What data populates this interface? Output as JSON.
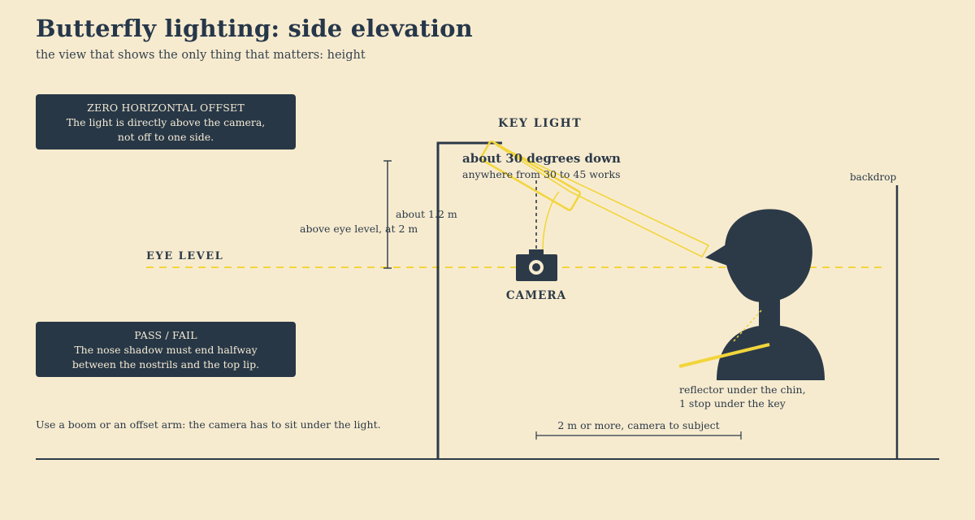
{
  "title": "Butterfly lighting: side elevation",
  "subtitle": "the view that shows the only thing that matters: height",
  "callouts": {
    "offset": {
      "heading": "ZERO HORIZONTAL OFFSET",
      "body": "The light is directly above the camera,\nnot off to one side."
    },
    "pass_fail": {
      "heading": "PASS / FAIL",
      "body": "The nose shadow must end halfway\nbetween the nostrils and the top lip."
    }
  },
  "note": "Use a boom or an offset arm: the camera has to sit under the light.",
  "labels": {
    "eye_level": "EYE LEVEL",
    "key_light": "KEY LIGHT",
    "angle_main": "about 30 degrees down",
    "angle_sub": "anywhere from 30 to 45 works",
    "height_offset": "about 1.2 m",
    "light_height": "above eye level, at 2 m",
    "camera": "CAMERA",
    "backdrop": "backdrop",
    "reflector_line1": "reflector under the chin,",
    "reflector_line2": "1 stop under the key",
    "distance": "2 m or more, camera to subject"
  },
  "colors": {
    "background": "#f7ebcf",
    "ink": "#2c3a48",
    "accent_yellow": "#f2d53c"
  }
}
